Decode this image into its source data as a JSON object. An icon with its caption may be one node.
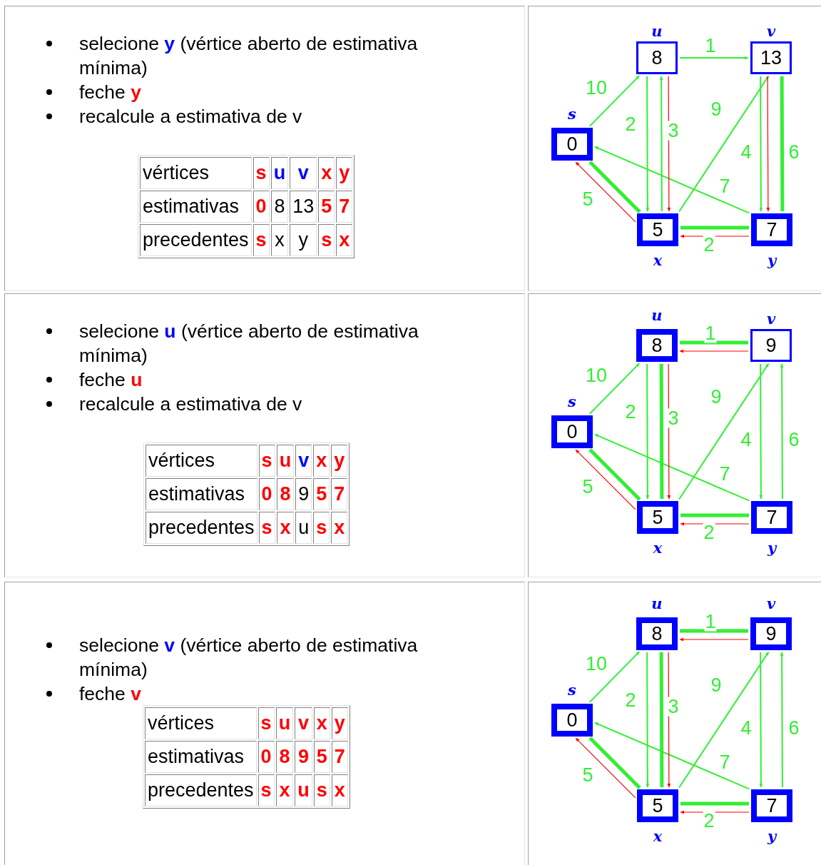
{
  "diagram": {
    "nodes": [
      {
        "text": [
          "u",
          "8"
        ]
      },
      {
        "text": [
          "v",
          "13"
        ]
      },
      {
        "text": [
          "s",
          "0"
        ]
      },
      {
        "text": [
          "5",
          "x"
        ]
      },
      {
        "text": [
          "7",
          "y"
        ]
      },
      {
        "text": [
          "u",
          "8"
        ]
      },
      {
        "text": [
          "v",
          "9"
        ]
      },
      {
        "text": [
          "s",
          "0"
        ]
      },
      {
        "text": [
          "5",
          "x"
        ]
      },
      {
        "text": [
          "7",
          "y"
        ]
      },
      {
        "text": [
          "u",
          "8"
        ]
      },
      {
        "text": [
          "v",
          "9"
        ]
      },
      {
        "text": [
          "s",
          "0"
        ]
      },
      {
        "text": [
          "5",
          "x"
        ]
      },
      {
        "text": [
          "7",
          "y"
        ]
      }
    ],
    "edges": [
      {
        "from": 2,
        "to": 0,
        "arrow": "to",
        "label": "10"
      },
      {
        "from": 0,
        "to": 1,
        "arrow": "to",
        "label": "1"
      },
      {
        "from": 0,
        "to": 3,
        "arrow": "to",
        "label": "2"
      },
      {
        "from": 3,
        "to": 0,
        "arrow": "to",
        "label": "3"
      },
      {
        "from": 3,
        "to": 1,
        "arrow": "to",
        "label": "9"
      },
      {
        "from": 1,
        "to": 4,
        "arrow": "to",
        "label": "4"
      },
      {
        "from": 4,
        "to": 1,
        "arrow": "to",
        "label": "6",
        "style": "thick"
      },
      {
        "from": 4,
        "to": 2,
        "arrow": "to",
        "label": "7"
      },
      {
        "from": 2,
        "to": 3,
        "arrow": "to",
        "label": "5",
        "style": "thick"
      },
      {
        "from": 3,
        "to": 4,
        "arrow": "to",
        "label": "2",
        "style": "thick"
      },
      {
        "from": 3,
        "to": 2,
        "arrow": "to",
        "color": "#ff0000"
      },
      {
        "from": 0,
        "to": 3,
        "arrow": "to",
        "color": "#ff0000"
      },
      {
        "from": 4,
        "to": 3,
        "arrow": "to",
        "color": "#ff0000"
      },
      {
        "from": 1,
        "to": 4,
        "arrow": "to",
        "color": "#ff0000"
      },
      {
        "from": 7,
        "to": 5,
        "arrow": "to",
        "label": "10"
      },
      {
        "from": 5,
        "to": 6,
        "arrow": "to",
        "label": "1",
        "style": "thick"
      },
      {
        "from": 5,
        "to": 8,
        "arrow": "to",
        "label": "2"
      },
      {
        "from": 8,
        "to": 5,
        "arrow": "to",
        "label": "3",
        "style": "thick"
      },
      {
        "from": 8,
        "to": 6,
        "arrow": "to",
        "label": "9"
      },
      {
        "from": 6,
        "to": 9,
        "arrow": "to",
        "label": "4"
      },
      {
        "from": 9,
        "to": 6,
        "arrow": "to",
        "label": "6"
      },
      {
        "from": 9,
        "to": 7,
        "arrow": "to",
        "label": "7"
      },
      {
        "from": 7,
        "to": 8,
        "arrow": "to",
        "label": "5",
        "style": "thick"
      },
      {
        "from": 8,
        "to": 9,
        "arrow": "to",
        "label": "2",
        "style": "thick"
      },
      {
        "from": 8,
        "to": 7,
        "arrow": "to",
        "color": "#ff0000"
      },
      {
        "from": 5,
        "to": 8,
        "arrow": "to",
        "color": "#ff0000"
      },
      {
        "from": 9,
        "to": 8,
        "arrow": "to",
        "color": "#ff0000"
      },
      {
        "from": 6,
        "to": 5,
        "arrow": "to",
        "color": "#ff0000"
      },
      {
        "from": 12,
        "to": 10,
        "arrow": "to",
        "label": "10"
      },
      {
        "from": 10,
        "to": 11,
        "arrow": "to",
        "label": "1",
        "style": "thick"
      },
      {
        "from": 10,
        "to": 13,
        "arrow": "to",
        "label": "2"
      },
      {
        "from": 13,
        "to": 10,
        "arrow": "to",
        "label": "3",
        "style": "thick"
      },
      {
        "from": 13,
        "to": 11,
        "arrow": "to",
        "label": "9"
      },
      {
        "from": 11,
        "to": 14,
        "arrow": "to",
        "label": "4"
      },
      {
        "from": 14,
        "to": 11,
        "arrow": "to",
        "label": "6"
      },
      {
        "from": 14,
        "to": 12,
        "arrow": "to",
        "label": "7"
      },
      {
        "from": 12,
        "to": 13,
        "arrow": "to",
        "label": "5",
        "style": "thick"
      },
      {
        "from": 13,
        "to": 14,
        "arrow": "to",
        "label": "2",
        "style": "thick"
      },
      {
        "from": 13,
        "to": 12,
        "arrow": "to",
        "color": "#ff0000"
      },
      {
        "from": 10,
        "to": 13,
        "arrow": "to",
        "color": "#ff0000"
      },
      {
        "from": 14,
        "to": 13,
        "arrow": "to",
        "color": "#ff0000"
      },
      {
        "from": 11,
        "to": 10,
        "arrow": "to",
        "color": "#ff0000"
      }
    ],
    "labels": [
      "selecione **y** (vértice aberto de estimativa mínima)",
      "feche **y**",
      "recalcule a estimativa de v",
      "vértices",
      "s",
      "u",
      "v",
      "x",
      "y",
      "estimativas",
      "0",
      "8",
      "13",
      "5",
      "7",
      "precedentes",
      "s",
      "x",
      "y",
      "s",
      "x",
      "selecione **u** (vértice aberto de estimativa mínima)",
      "feche **u**",
      "recalcule a estimativa de v",
      "vértices",
      "s",
      "u",
      "v",
      "x",
      "y",
      "estimativas",
      "0",
      "8",
      "9",
      "5",
      "7",
      "precedentes",
      "s",
      "x",
      "u",
      "s",
      "x",
      "selecione **v** (vértice aberto de estimativa mínima)",
      "feche **v**",
      "vértices",
      "s",
      "u",
      "v",
      "x",
      "y",
      "estimativas",
      "0",
      "8",
      "9",
      "5",
      "7",
      "precedentes",
      "s",
      "x",
      "u",
      "s",
      "x"
    ]
  }
}
